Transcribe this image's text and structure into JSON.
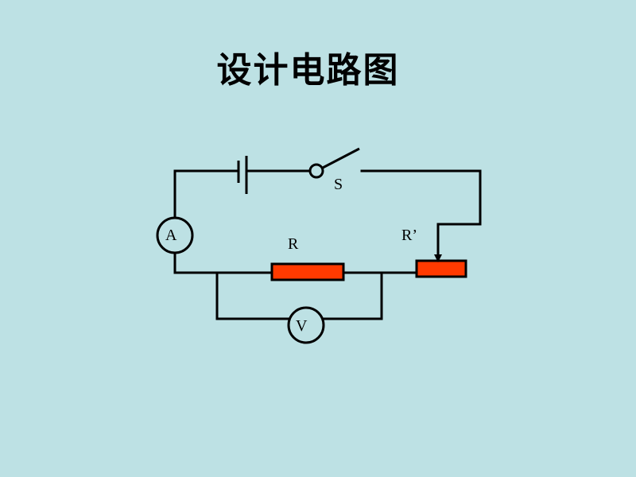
{
  "slide": {
    "title": "设计电路图"
  },
  "circuit": {
    "labels": {
      "switch": "S",
      "ammeter": "A",
      "voltmeter": "V",
      "resistor": "R",
      "rheostat": "R’"
    },
    "colors": {
      "background": "#bde1e4",
      "resistor_fill": "#ff3a00",
      "wire": "#000000"
    }
  }
}
